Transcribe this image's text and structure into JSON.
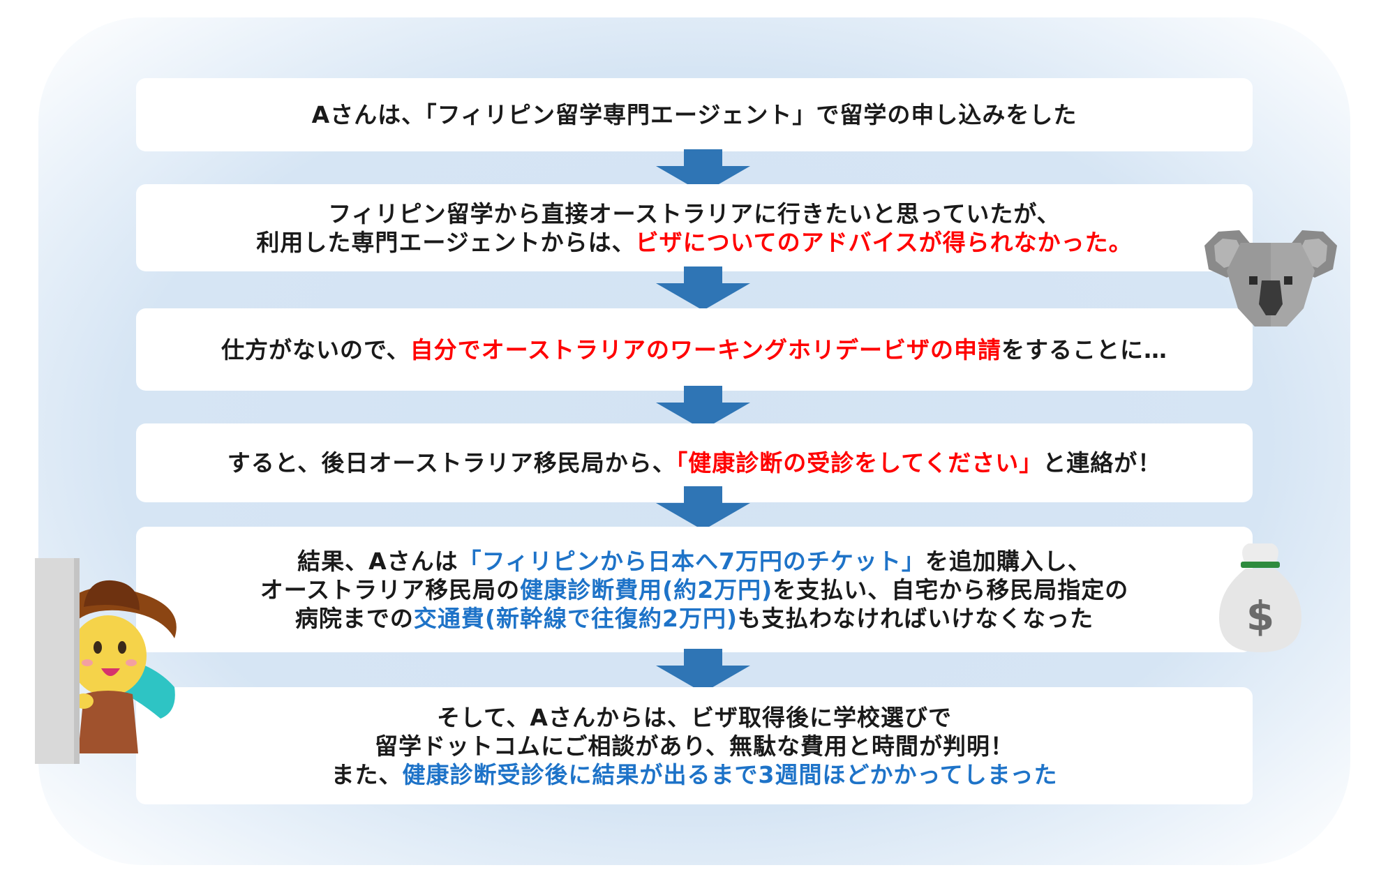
{
  "colors": {
    "arrow": "#2f75b5",
    "highlight_red": "#ff0000",
    "highlight_blue": "#1e73c8",
    "text": "#1a1a1a"
  },
  "icons": [
    "koala-icon",
    "money-bag-icon",
    "girl-character-icon"
  ],
  "money_bag": {
    "symbol": "$"
  },
  "steps": [
    {
      "segments": [
        {
          "text": "Aさんは、「フィリピン留学専門エージェント」で留学の申し込みをした"
        }
      ]
    },
    {
      "segments": [
        {
          "text": "フィリピン留学から直接オーストラリアに行きたいと思っていたが、"
        },
        {
          "text": "利用した専門エージェントからは、"
        },
        {
          "text": "ビザについてのアドバイスが得られなかった。"
        }
      ]
    },
    {
      "segments": [
        {
          "text": "仕方がないので、"
        },
        {
          "text": "自分でオーストラリアのワーキングホリデービザの申請"
        },
        {
          "text": "をすることに…"
        }
      ]
    },
    {
      "segments": [
        {
          "text": "すると、後日オーストラリア移民局から、"
        },
        {
          "text": "「健康診断の受診をしてください」"
        },
        {
          "text": "と連絡が！"
        }
      ]
    },
    {
      "segments": [
        {
          "text": "結果、Aさんは"
        },
        {
          "text": "「フィリピンから日本へ7万円のチケット」"
        },
        {
          "text": "を追加購入し、"
        },
        {
          "text": "オーストラリア移民局の"
        },
        {
          "text": "健康診断費用(約2万円)"
        },
        {
          "text": "を支払い、自宅から移民局指定の"
        },
        {
          "text": "病院までの"
        },
        {
          "text": "交通費(新幹線で往復約2万円)"
        },
        {
          "text": "も支払わなければいけなくなった"
        }
      ]
    },
    {
      "segments": [
        {
          "text": "そして、Aさんからは、ビザ取得後に学校選びで"
        },
        {
          "text": "留学ドットコムにご相談があり、無駄な費用と時間が判明！"
        },
        {
          "text": "また、"
        },
        {
          "text": "健康診断受診後に結果が出るまで3週間ほどかかってしまった"
        }
      ]
    }
  ]
}
